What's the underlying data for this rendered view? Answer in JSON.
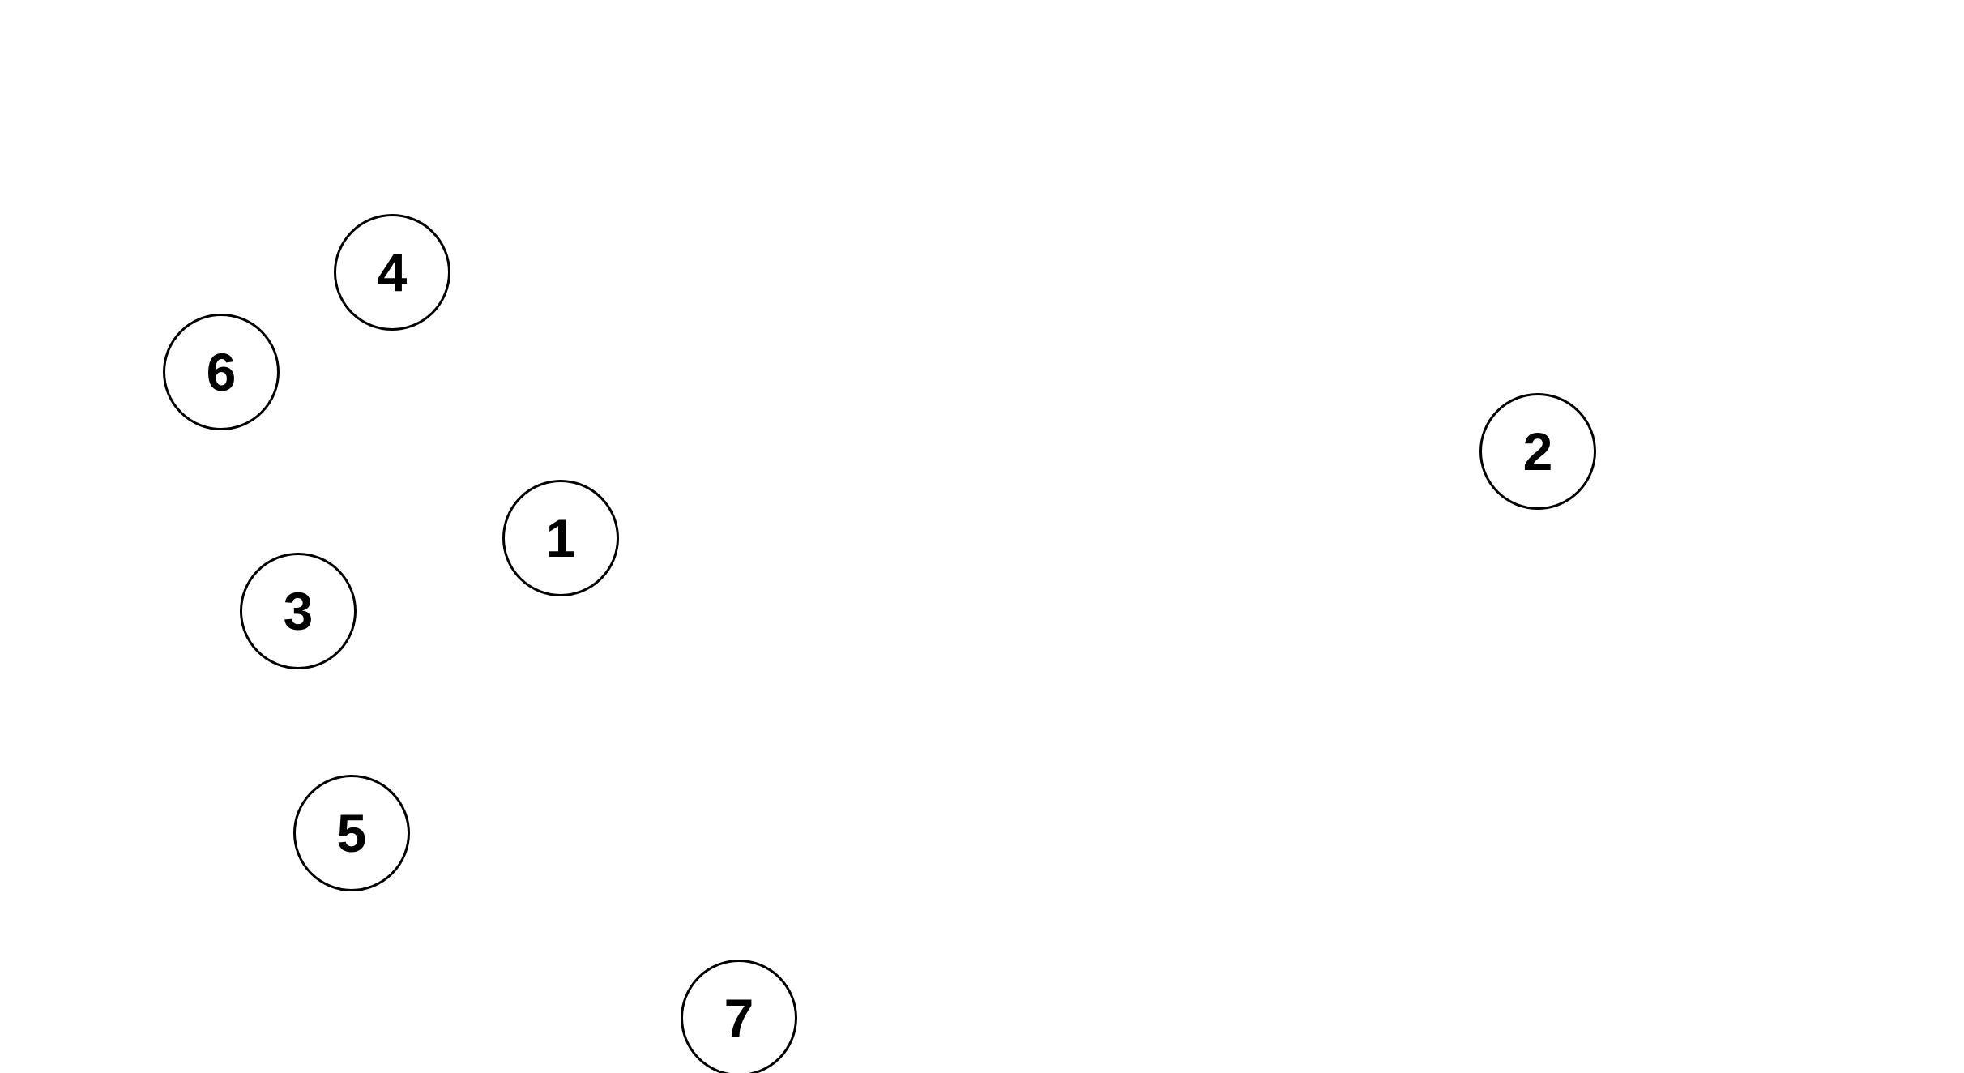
{
  "nodes": [
    {
      "id": "node-1",
      "label": "1"
    },
    {
      "id": "node-2",
      "label": "2"
    },
    {
      "id": "node-3",
      "label": "3"
    },
    {
      "id": "node-4",
      "label": "4"
    },
    {
      "id": "node-5",
      "label": "5"
    },
    {
      "id": "node-6",
      "label": "6"
    },
    {
      "id": "node-7",
      "label": "7"
    }
  ],
  "colors": {
    "background": "#ffffff",
    "stroke": "#000000",
    "text": "#000000"
  }
}
